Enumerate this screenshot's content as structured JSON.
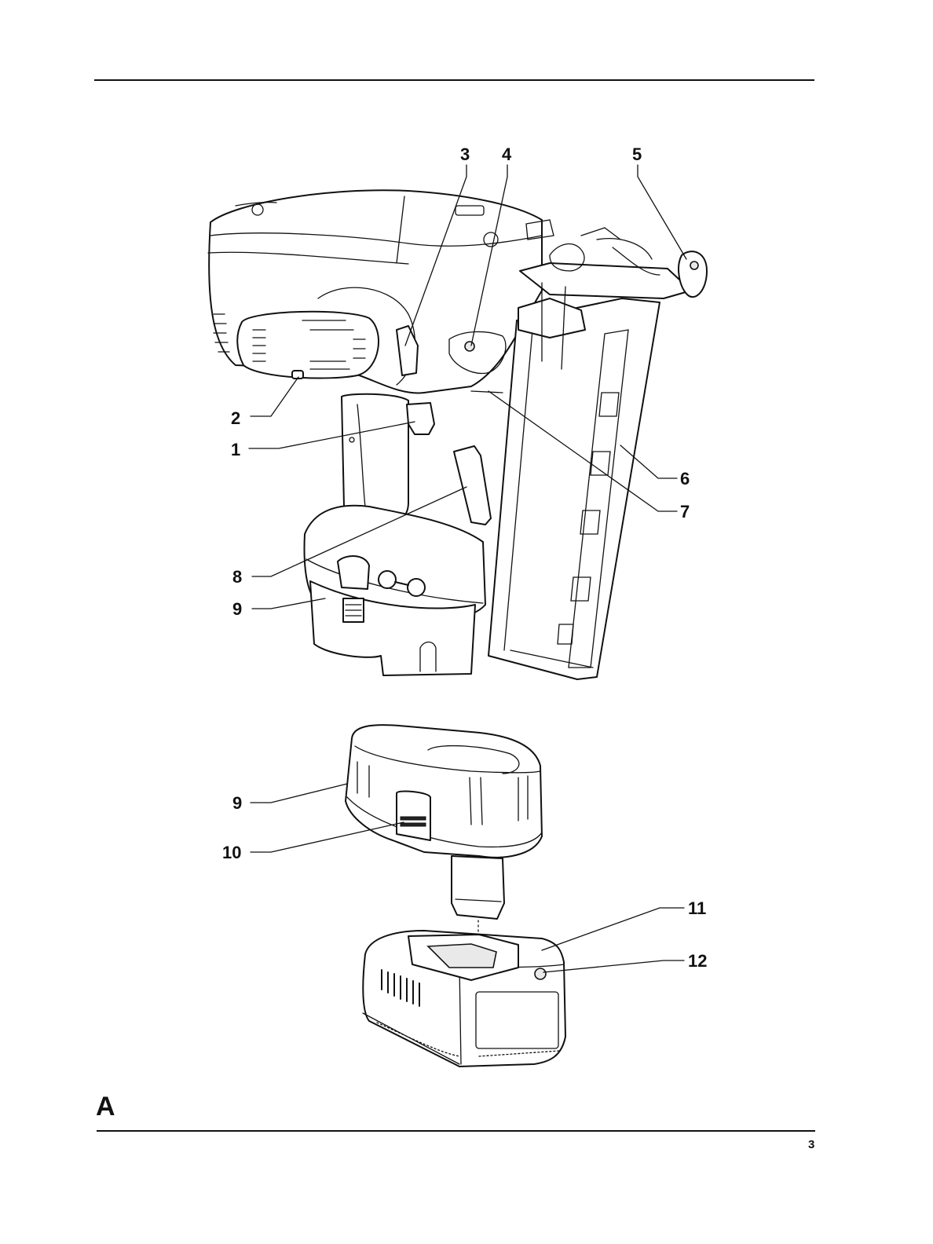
{
  "figure": {
    "letter": "A",
    "page_number": "3",
    "callouts": [
      {
        "id": "1",
        "label": "1"
      },
      {
        "id": "2",
        "label": "2"
      },
      {
        "id": "3",
        "label": "3"
      },
      {
        "id": "4",
        "label": "4"
      },
      {
        "id": "5",
        "label": "5"
      },
      {
        "id": "6",
        "label": "6"
      },
      {
        "id": "7",
        "label": "7"
      },
      {
        "id": "8",
        "label": "8"
      },
      {
        "id": "9a",
        "label": "9"
      },
      {
        "id": "9b",
        "label": "9"
      },
      {
        "id": "10",
        "label": "10"
      },
      {
        "id": "11",
        "label": "11"
      },
      {
        "id": "12",
        "label": "12"
      }
    ]
  }
}
